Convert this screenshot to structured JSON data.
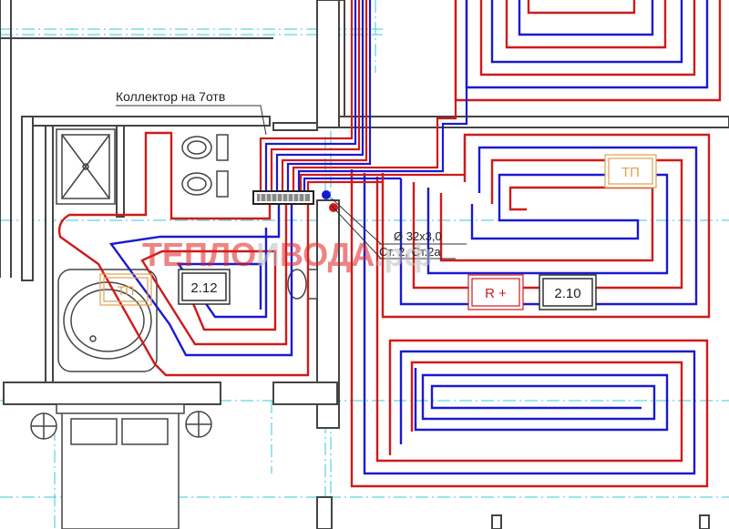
{
  "colors": {
    "supply": "#d01a1a",
    "return": "#1a1ad0",
    "wall": "#444444",
    "axis": "#38c8d8",
    "tp_box": "#e0a050",
    "label_box": "#222222",
    "r_box": "#d01a1a",
    "watermark_red": "#e02020",
    "watermark_gray": "#bcbcbc"
  },
  "labels": {
    "collector": "Коллектор на 7отв",
    "pipe_diameter": "Ø 32x3,0",
    "riser": "Ст. 2, Ст.2а"
  },
  "rooms": {
    "bath_id": "2.12",
    "room_id": "2.10",
    "bath_tp": "ТП",
    "room_tp": "ТП",
    "radiator": "R +"
  },
  "watermark": {
    "part1": "ТЕПЛО",
    "part2": "И",
    "part3": "ВОДА",
    "part4": ".рф"
  }
}
